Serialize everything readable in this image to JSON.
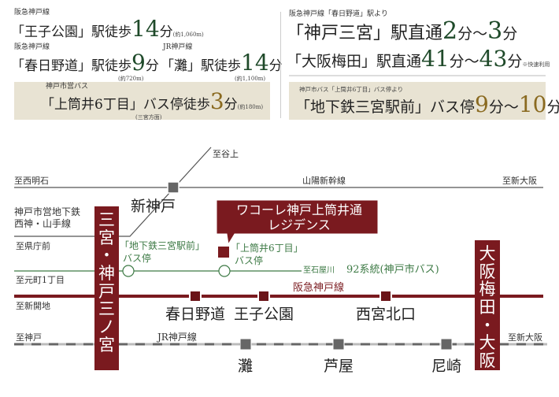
{
  "access_left": {
    "oji": {
      "line": "阪急神戸線",
      "name": "「王子公園」駅徒歩",
      "min": "14",
      "unit": "分",
      "dist": "(約1,060m)"
    },
    "kasuga": {
      "line": "阪急神戸線",
      "name": "「春日野道」駅徒歩",
      "min": "9",
      "unit": "分",
      "dist": "(約720m)"
    },
    "nada": {
      "line": "JR神戸線",
      "name": "「灘」駅徒歩",
      "min": "14",
      "unit": "分",
      "dist": "(約1,100m)"
    },
    "bus": {
      "line": "神戸市営バス",
      "name": "「上筒井6丁目」バス停徒歩",
      "min": "3",
      "unit": "分",
      "dist": "(約180m)",
      "dir": "(三宮方面)"
    }
  },
  "access_right": {
    "from": "阪急神戸線「春日野道」駅より",
    "sannomiya": {
      "name": "「神戸三宮」駅直通",
      "a": "2",
      "u1": "分～",
      "b": "3",
      "u2": "分"
    },
    "umeda": {
      "name": "「大阪梅田」駅直通",
      "a": "41",
      "u1": "分～",
      "b": "43",
      "u2": "分",
      "note": "※快速利用"
    },
    "bus_from": "神戸市バス「上筒井6丁目」バス停より",
    "bus": {
      "name": "「地下鉄三宮駅前」バス停",
      "a": "9",
      "u1": "分～",
      "b": "10",
      "u2": "分"
    }
  },
  "map": {
    "shinkansen": {
      "name": "山陽新幹線",
      "west": "至西明石",
      "east": "至新大阪",
      "station": "新神戸",
      "north": "至谷上"
    },
    "subway": {
      "name1": "神戸市営地下鉄",
      "name2": "西神・山手線",
      "west": "至県庁前"
    },
    "bus": {
      "west": "至元町1丁目",
      "stop1a": "「地下鉄三宮駅前」",
      "stop1b": "バス停",
      "stop2a": "「上筒井6丁目」",
      "stop2b": "バス停",
      "east": "至石屋川",
      "route": "92系統(神戸市バス)"
    },
    "property": {
      "line1": "ワコーレ神戸上筒井通",
      "line2": "レジデンス"
    },
    "hankyu": {
      "name": "阪急神戸線",
      "west": "至新開地",
      "stations": [
        "春日野道",
        "王子公園",
        "西宮北口"
      ]
    },
    "jr": {
      "name": "JR神戸線",
      "west": "至神戸",
      "east": "至新大阪",
      "stations": [
        "灘",
        "芦屋",
        "尼崎"
      ]
    },
    "sannomiya": [
      "三",
      "宮",
      "・",
      "神",
      "戸",
      "三",
      "ノ",
      "宮"
    ],
    "osaka": [
      "大",
      "阪",
      "梅",
      "田",
      "・",
      "大",
      "阪"
    ],
    "colors": {
      "hankyu": "#7a1a1f",
      "bus": "#3d7a45",
      "rail": "#555555",
      "beige": "#e8e3d3"
    }
  }
}
